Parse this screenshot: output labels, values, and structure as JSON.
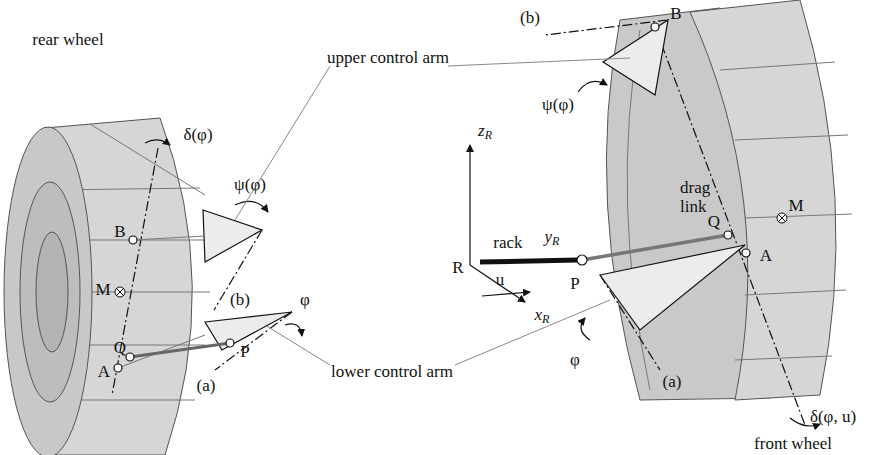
{
  "diagram": {
    "labels": [
      "rear wheel",
      "upper control arm",
      "δ(φ)",
      "ψ(φ)",
      "B",
      "M",
      "(b)",
      "Q",
      "P",
      "φ",
      "A",
      "(a)",
      "lower control arm",
      "(b)",
      "B",
      "ψ(φ)",
      "zR",
      "drag link",
      "M",
      "Q",
      "R",
      "rack",
      "yR",
      "P",
      "A",
      "u",
      "xR",
      "φ",
      "(a)",
      "δ(φ, u)",
      "front wheel"
    ]
  }
}
